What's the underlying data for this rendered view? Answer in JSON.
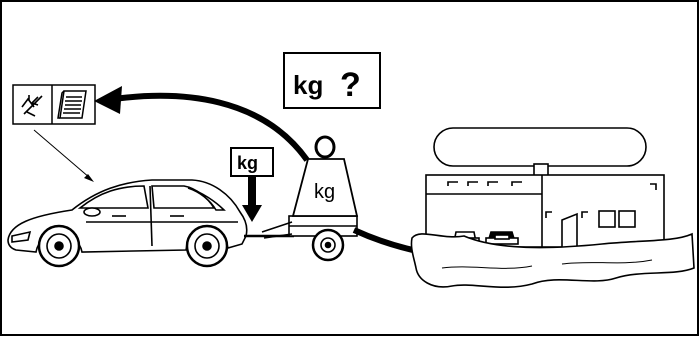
{
  "callout": {
    "unit": "kg",
    "symbol": "?"
  },
  "tow_load_label": "kg",
  "weight_label": "kg",
  "icons": [
    "warning-book-icon",
    "owner-manual-icon"
  ],
  "colors": {
    "ink": "#000000",
    "paper": "#ffffff"
  }
}
